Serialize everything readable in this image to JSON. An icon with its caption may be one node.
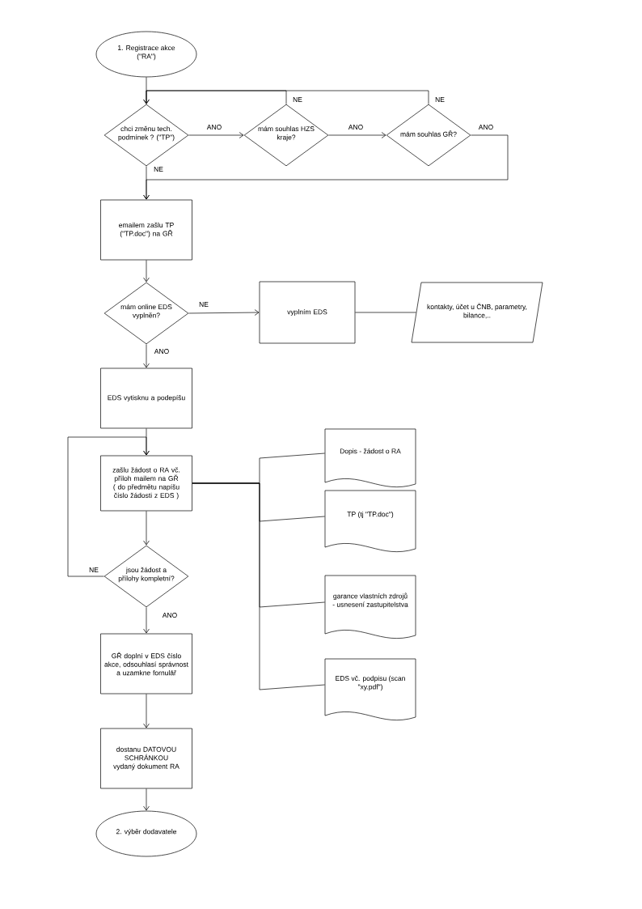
{
  "diagram": {
    "nodes": [
      {
        "text": [
          "1. Registrace akce (\"RA\")"
        ]
      },
      {
        "text": [
          "chci změnu tech. podmínek ? (\"TP\")"
        ]
      },
      {
        "text": [
          "mám souhlas HZS kraje?"
        ]
      },
      {
        "text": [
          "mám souhlas GŘ?"
        ]
      },
      {
        "text": [
          "emailem zašlu TP (\"TP.doc\") na GŘ"
        ]
      },
      {
        "text": [
          "mám online EDS vyplněn?"
        ]
      },
      {
        "text": [
          "vyplním EDS"
        ]
      },
      {
        "text": [
          "kontakty, účet u ČNB, parametry, bilance,.."
        ]
      },
      {
        "text": [
          "EDS vytisknu a podepíšu"
        ]
      },
      {
        "text": [
          "zašlu žádost o RA vč. příloh mailem na GŘ ( do předmětu napíšu číslo žádosti z EDS )"
        ]
      },
      {
        "text": [
          "jsou žádost a přílohy kompletní?"
        ]
      },
      {
        "text": [
          "GŘ doplní v EDS číslo akce, odsouhlasí správnost a uzamkne fornulář"
        ]
      },
      {
        "text": [
          "dostanu DATOVOU SCHRÁNKOU vydaný dokument RA"
        ]
      },
      {
        "text": [
          "2. výběr dodavatele"
        ]
      },
      {
        "text": [
          "Dopis - žádost o RA"
        ]
      },
      {
        "text": [
          "TP (tj \"TP.doc\")"
        ]
      },
      {
        "text": [
          "garance vlastních zdrojů - usnesení zastupitelstva"
        ]
      },
      {
        "text": [
          "EDS vč. podpisu (scan \"xy.pdf\")"
        ]
      }
    ],
    "edges": [
      {
        "from": 0,
        "to": 1,
        "arrow": "none"
      },
      {
        "from": 1,
        "to": 2,
        "arrow": "to",
        "label": "ANO"
      },
      {
        "from": 2,
        "to": 3,
        "arrow": "to",
        "label": "ANO"
      },
      {
        "from": 2,
        "to": 1,
        "arrow": "to",
        "label": "NE"
      },
      {
        "from": 3,
        "to": 1,
        "arrow": "to",
        "label": "NE"
      },
      {
        "from": 1,
        "to": 4,
        "arrow": "to",
        "label": "NE"
      },
      {
        "from": 3,
        "to": 4,
        "arrow": "to",
        "label": "ANO"
      },
      {
        "from": 4,
        "to": 5,
        "arrow": "to"
      },
      {
        "from": 5,
        "to": 6,
        "arrow": "to",
        "label": "NE"
      },
      {
        "from": 6,
        "to": 7,
        "arrow": "none"
      },
      {
        "from": 5,
        "to": 8,
        "arrow": "to",
        "label": "ANO"
      },
      {
        "from": 8,
        "to": 9,
        "arrow": "to"
      },
      {
        "from": 9,
        "to": 10,
        "arrow": "to"
      },
      {
        "from": 10,
        "to": 9,
        "arrow": "to",
        "label": "NE"
      },
      {
        "from": 10,
        "to": 11,
        "arrow": "to",
        "label": "ANO"
      },
      {
        "from": 11,
        "to": 12,
        "arrow": "to"
      },
      {
        "from": 12,
        "to": 13,
        "arrow": "to"
      },
      {
        "from": 9,
        "to": 14,
        "arrow": "none"
      },
      {
        "from": 9,
        "to": 15,
        "arrow": "none"
      },
      {
        "from": 9,
        "to": 16,
        "arrow": "none"
      },
      {
        "from": 9,
        "to": 17,
        "arrow": "none"
      }
    ]
  }
}
